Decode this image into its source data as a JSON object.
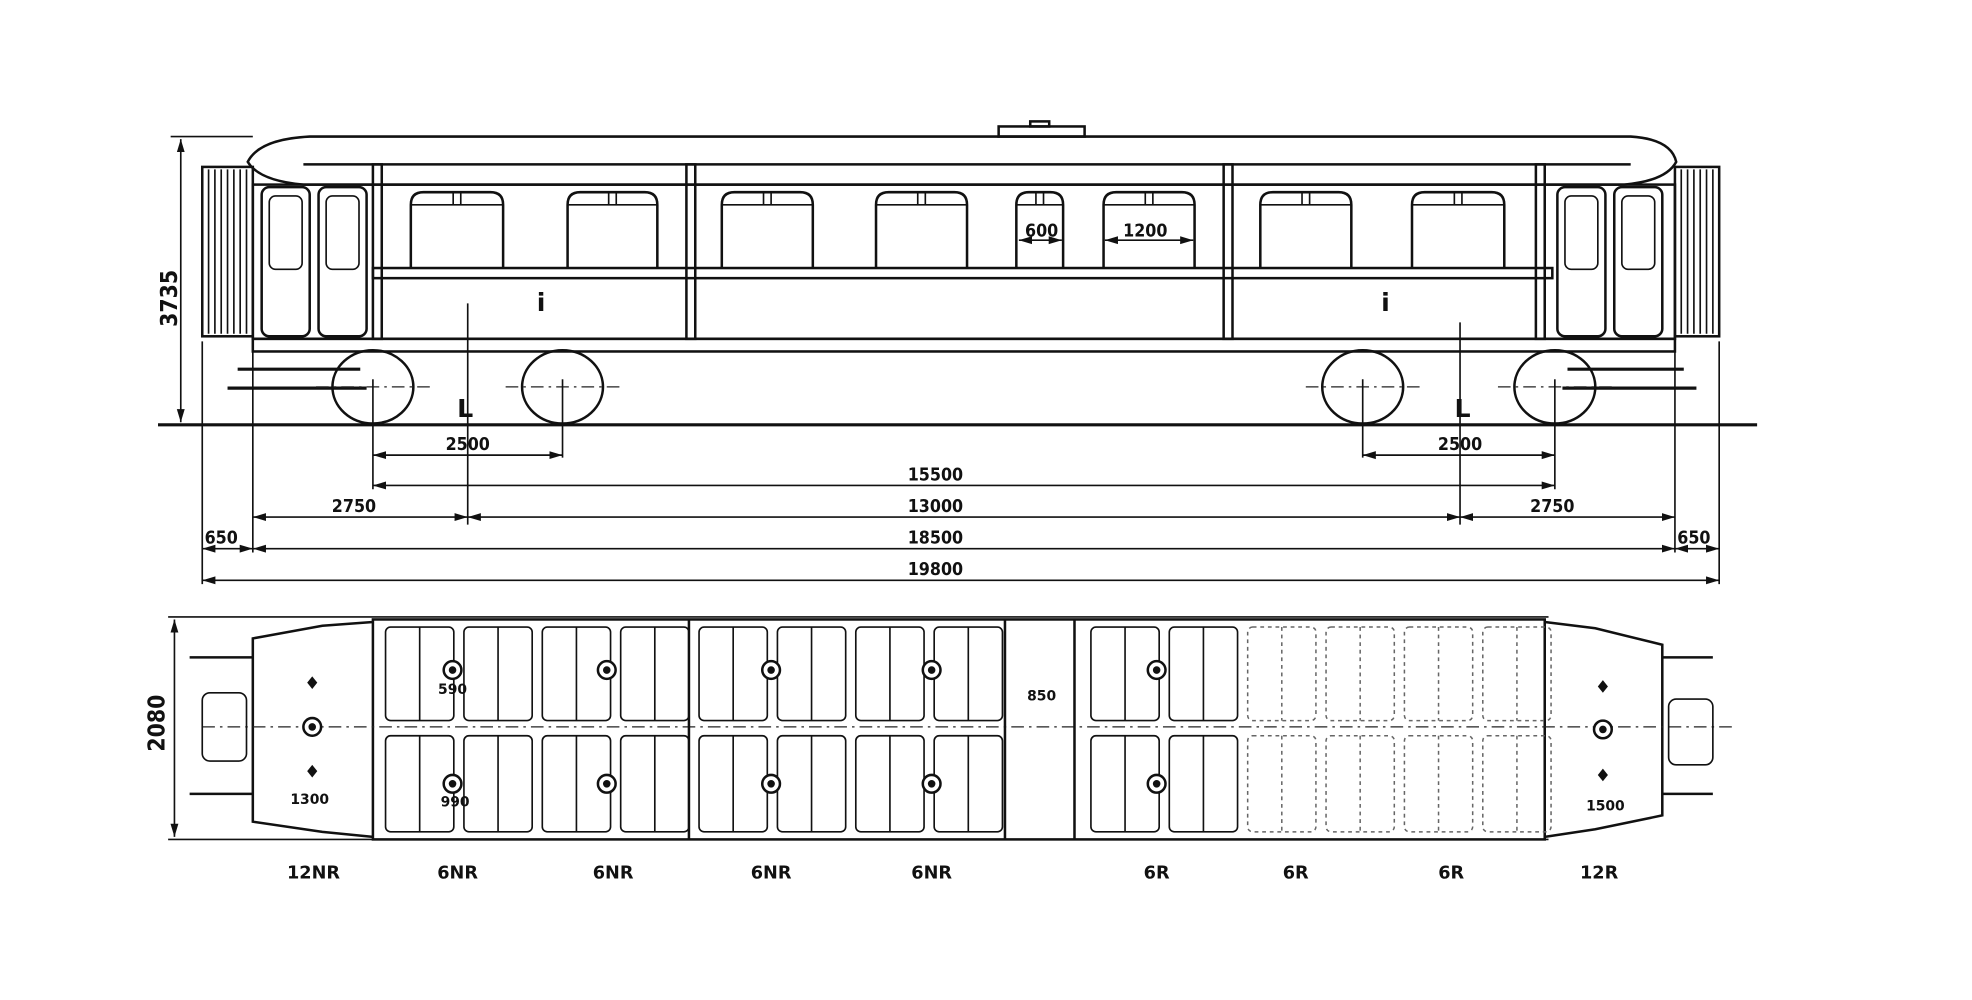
{
  "side_view": {
    "height_dim": "3735",
    "window_dims": {
      "small": "600",
      "large": "1200"
    },
    "bogie_marks": [
      "L",
      "L"
    ],
    "class_marks": [
      "i",
      "i"
    ],
    "dims": {
      "wheelbase_left": "2500",
      "wheelbase_right": "2500",
      "outer_axles": "15500",
      "overhang_left": "2750",
      "bogie_centres": "13000",
      "overhang_right": "2750",
      "buffer_left": "650",
      "body_length": "18500",
      "buffer_right": "650",
      "overall_length": "19800"
    }
  },
  "plan_view": {
    "width_dim": "2080",
    "small_dims": {
      "left_vestibule": "1300",
      "right_vestibule": "1500",
      "seat_pitch": "590",
      "compartment": "990",
      "wc": "850"
    },
    "sections": [
      "12NR",
      "6NR",
      "6NR",
      "6NR",
      "6NR",
      "6R",
      "6R",
      "6R",
      "12R"
    ]
  }
}
